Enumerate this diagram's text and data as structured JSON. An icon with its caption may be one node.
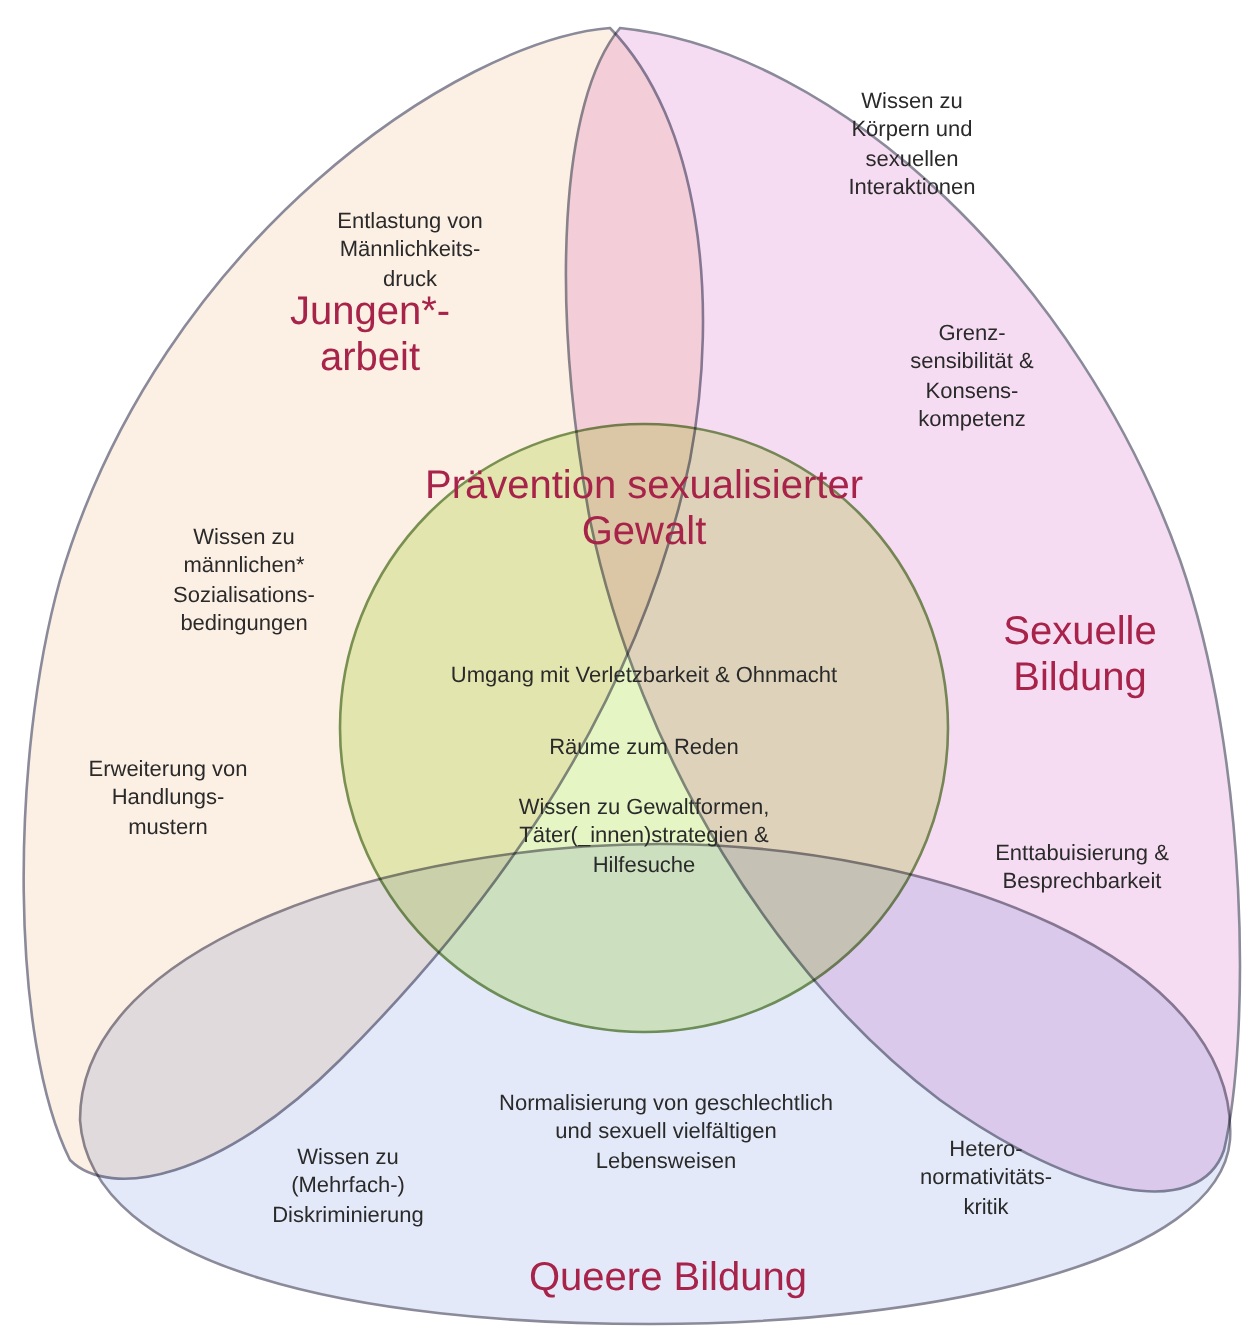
{
  "diagram": {
    "nodes": [
      {
        "text": [
          "Entlastung von Männlichkeits- druck",
          "Jungen*- arbeit",
          "Wissen zu männlichen* Sozialisations- bedingungen",
          "Erweiterung von Handlungs- mustern"
        ]
      },
      {
        "text": [
          "Wissen zu Körpern und sexuellen Interaktionen",
          "Grenz- sensibilität & Konsens- kompetenz",
          "Sexuelle Bildung",
          "Enttabuisierung & Besprechbarkeit"
        ]
      },
      {
        "text": [
          "Normalisierung von geschlechtlich und sexuell vielfältigen Lebensweisen",
          "Wissen zu (Mehrfach-) Diskriminierung",
          "Hetero- normativitäts- kritik",
          "Queere Bildung"
        ]
      },
      {
        "text": [
          "Prävention sexualisierter Gewalt",
          "Umgang mit Verletzbarkeit & Ohnmacht",
          "Räume zum Reden",
          "Wissen zu Gewaltformen, Täter(_innen)strategien & Hilfesuche"
        ]
      }
    ]
  }
}
